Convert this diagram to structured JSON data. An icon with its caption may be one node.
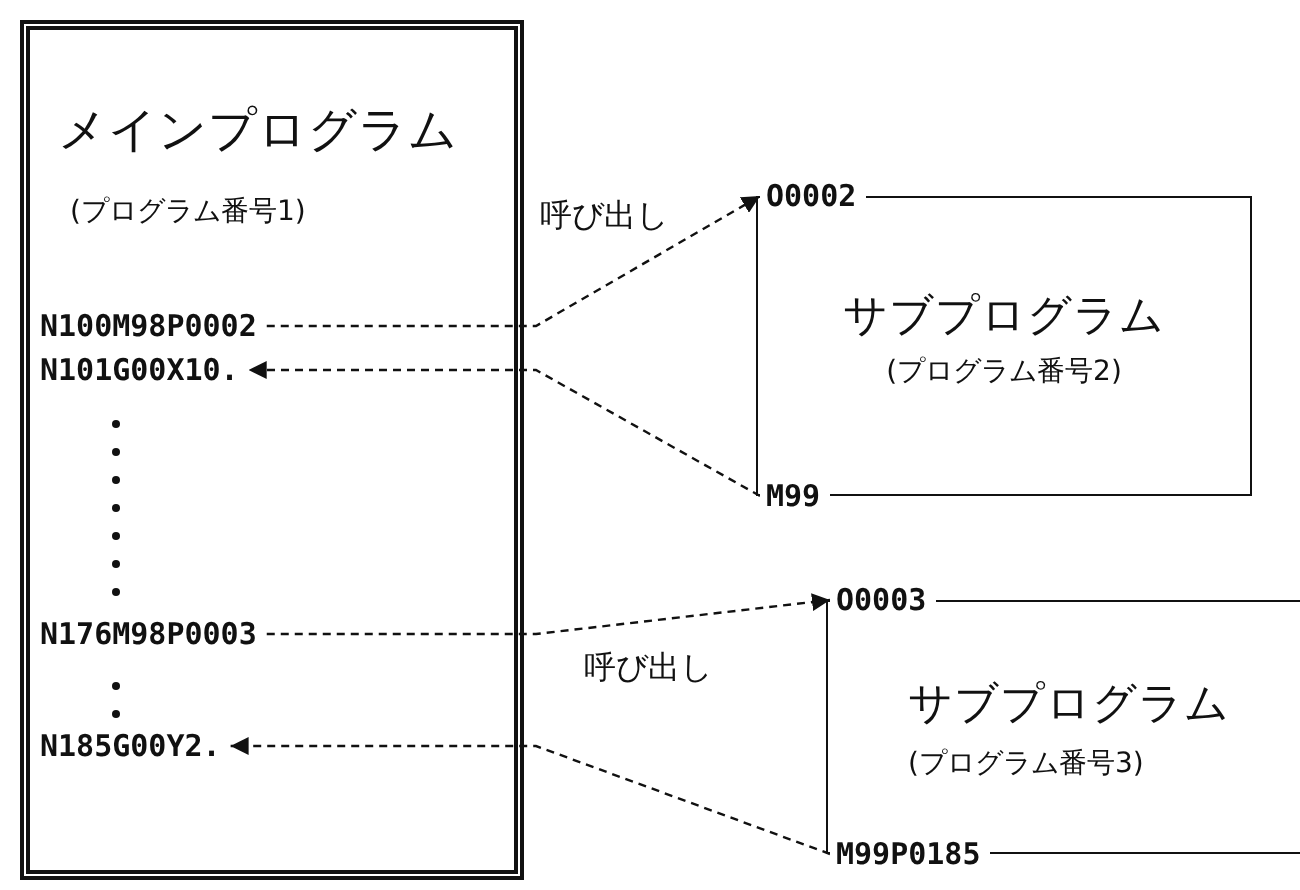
{
  "diagram": {
    "nodes": [
      {
        "text": [
          "メインプログラム",
          "(プログラム番号1)"
        ]
      },
      {
        "text": [
          "N100M98P0002"
        ],
        "in": 0
      },
      {
        "text": [
          "N101G00X10."
        ],
        "in": 0
      },
      {
        "text": [
          "N176M98P0003"
        ],
        "in": 0
      },
      {
        "text": [
          "N185G00Y2."
        ],
        "in": 0
      },
      {
        "text": [
          "サブプログラム",
          "(プログラム番号2)"
        ]
      },
      {
        "text": [
          "O0002"
        ]
      },
      {
        "text": [
          "M99"
        ]
      },
      {
        "text": [
          "サブプログラム",
          "(プログラム番号3)"
        ]
      },
      {
        "text": [
          "O0003"
        ]
      },
      {
        "text": [
          "M99P0185"
        ]
      }
    ],
    "edges": [
      {
        "from": 1,
        "to": 6,
        "arrow": "to",
        "style": "dashed",
        "label": "呼び出し"
      },
      {
        "from": 7,
        "to": 2,
        "arrow": "to",
        "style": "dashed"
      },
      {
        "from": 3,
        "to": 9,
        "arrow": "to",
        "style": "dashed",
        "label": "呼び出し"
      },
      {
        "from": 10,
        "to": 4,
        "arrow": "to",
        "style": "dashed"
      }
    ]
  }
}
